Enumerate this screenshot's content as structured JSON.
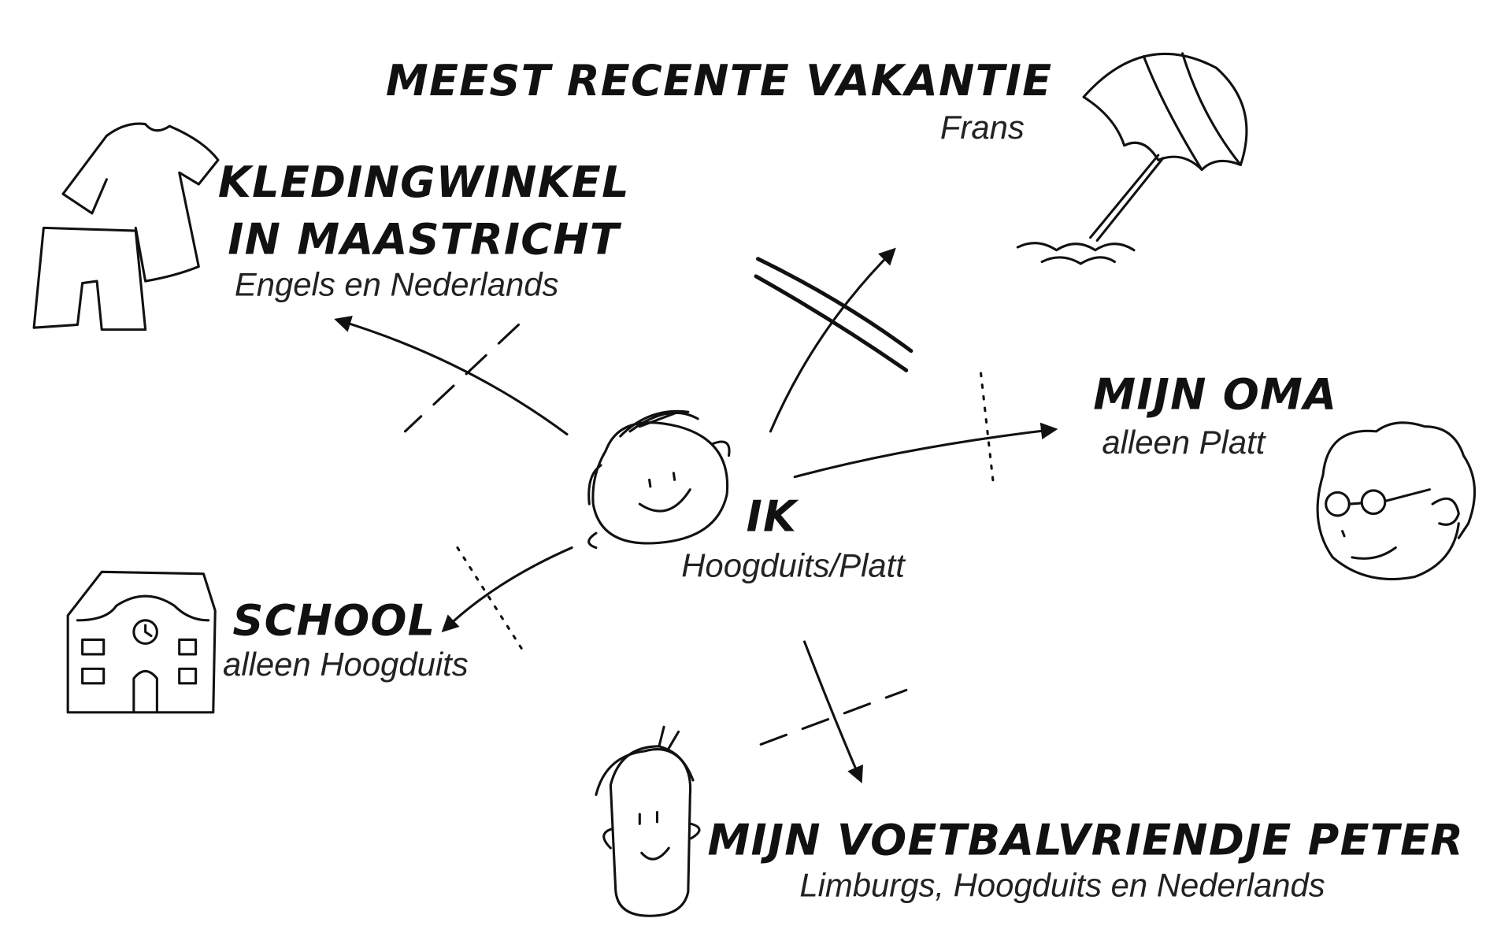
{
  "center": {
    "title": "IK",
    "languages": "Hoogduits/Platt"
  },
  "nodes": {
    "vakantie": {
      "title": "MEEST RECENTE VAKANTIE",
      "languages": "Frans"
    },
    "kledingwinkel": {
      "title_line1": "KLEDINGWINKEL",
      "title_line2": "IN MAASTRICHT",
      "languages": "Engels en Nederlands"
    },
    "oma": {
      "title": "MIJN OMA",
      "languages": "alleen Platt"
    },
    "school": {
      "title": "SCHOOL",
      "languages": "alleen Hoogduits"
    },
    "peter": {
      "title": "MIJN VOETBALVRIENDJE PETER",
      "languages": "Limburgs, Hoogduits en Nederlands"
    }
  },
  "colors": {
    "ink": "#111111",
    "background": "#ffffff"
  }
}
